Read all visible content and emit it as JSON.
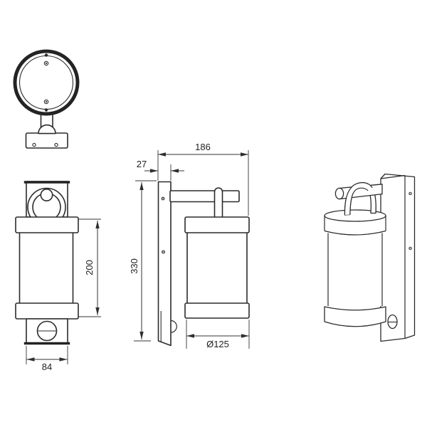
{
  "drawing": {
    "background_color": "#ffffff",
    "ink_color": "#2b2b2b",
    "dimensions": {
      "overall_depth": "186",
      "plate_thickness": "27",
      "overall_height": "330",
      "lamp_height": "200",
      "plate_width": "84",
      "lamp_diameter": "Ø125"
    }
  }
}
